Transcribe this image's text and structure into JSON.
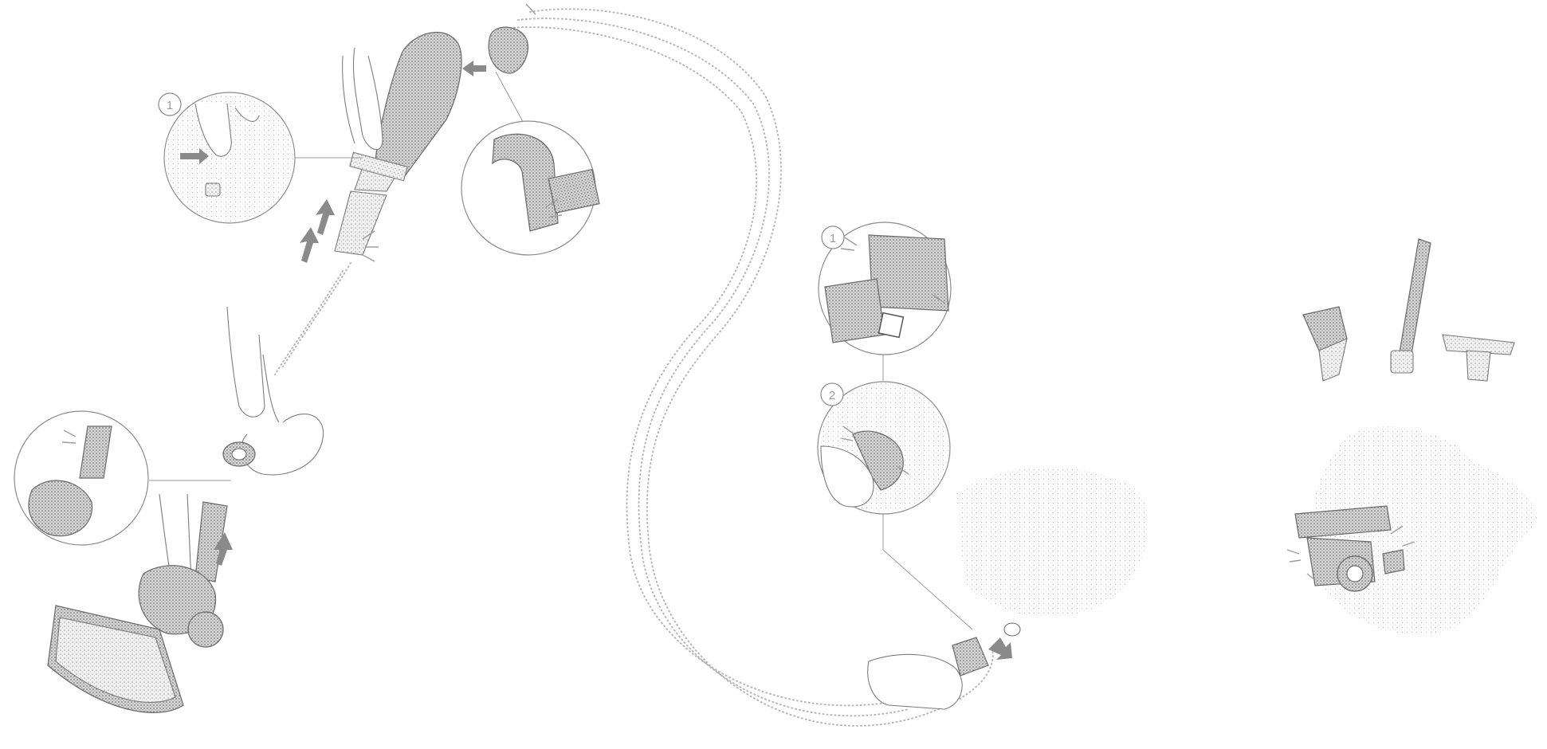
{
  "callouts": {
    "step_1_top_left": "1",
    "step_1_right": "1",
    "step_2_right": "2"
  },
  "icons": {
    "arrow": "push-arrow-icon",
    "click": "click-spark-icon"
  },
  "colors": {
    "line": "#9a9a9a",
    "part_shading": "#7a7a7a",
    "background": "#ffffff"
  }
}
